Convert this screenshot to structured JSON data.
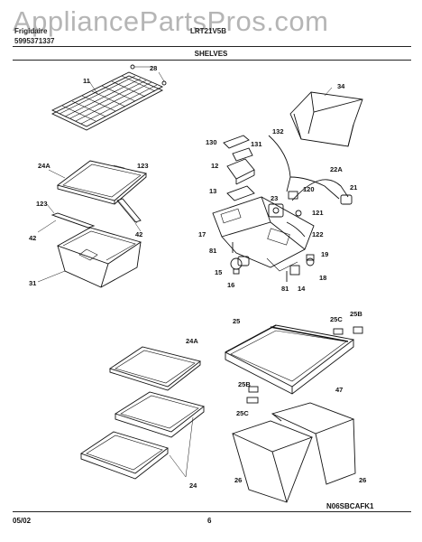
{
  "header": {
    "watermark": "AppliancePartsPros.com",
    "brand": "Frigidaire",
    "publication_no": "5995371337",
    "model": "LRT21V5B",
    "section_title": "SHELVES"
  },
  "labels": {
    "shelf_wire": "11",
    "clip_28": "28",
    "bin_34": "34",
    "shelf_24a_top": "24A",
    "trim_123_top": "123",
    "trim_123_left": "123",
    "slide_42_left": "42",
    "slide_42_right": "42",
    "crisper_31": "31",
    "part_130": "130",
    "part_131": "131",
    "part_132": "132",
    "part_12": "12",
    "part_22a": "22A",
    "part_21": "21",
    "part_120": "120",
    "part_13": "13",
    "part_23": "23",
    "part_121": "121",
    "part_122": "122",
    "part_17": "17",
    "part_81_left": "81",
    "part_15": "15",
    "part_16": "16",
    "part_81_bottom": "81",
    "part_14": "14",
    "part_18": "18",
    "part_19": "19",
    "cover_25": "25",
    "part_25c_top": "25C",
    "part_25b_top": "25B",
    "part_47": "47",
    "part_25b_mid": "25B",
    "part_25c_mid": "25C",
    "shelf_24a_bottom": "24A",
    "shelf_24": "24",
    "pan_26_left": "26",
    "pan_26_right": "26"
  },
  "footer": {
    "date": "05/02",
    "page_number": "6",
    "drawing_id": "N06SBCAFK1"
  }
}
